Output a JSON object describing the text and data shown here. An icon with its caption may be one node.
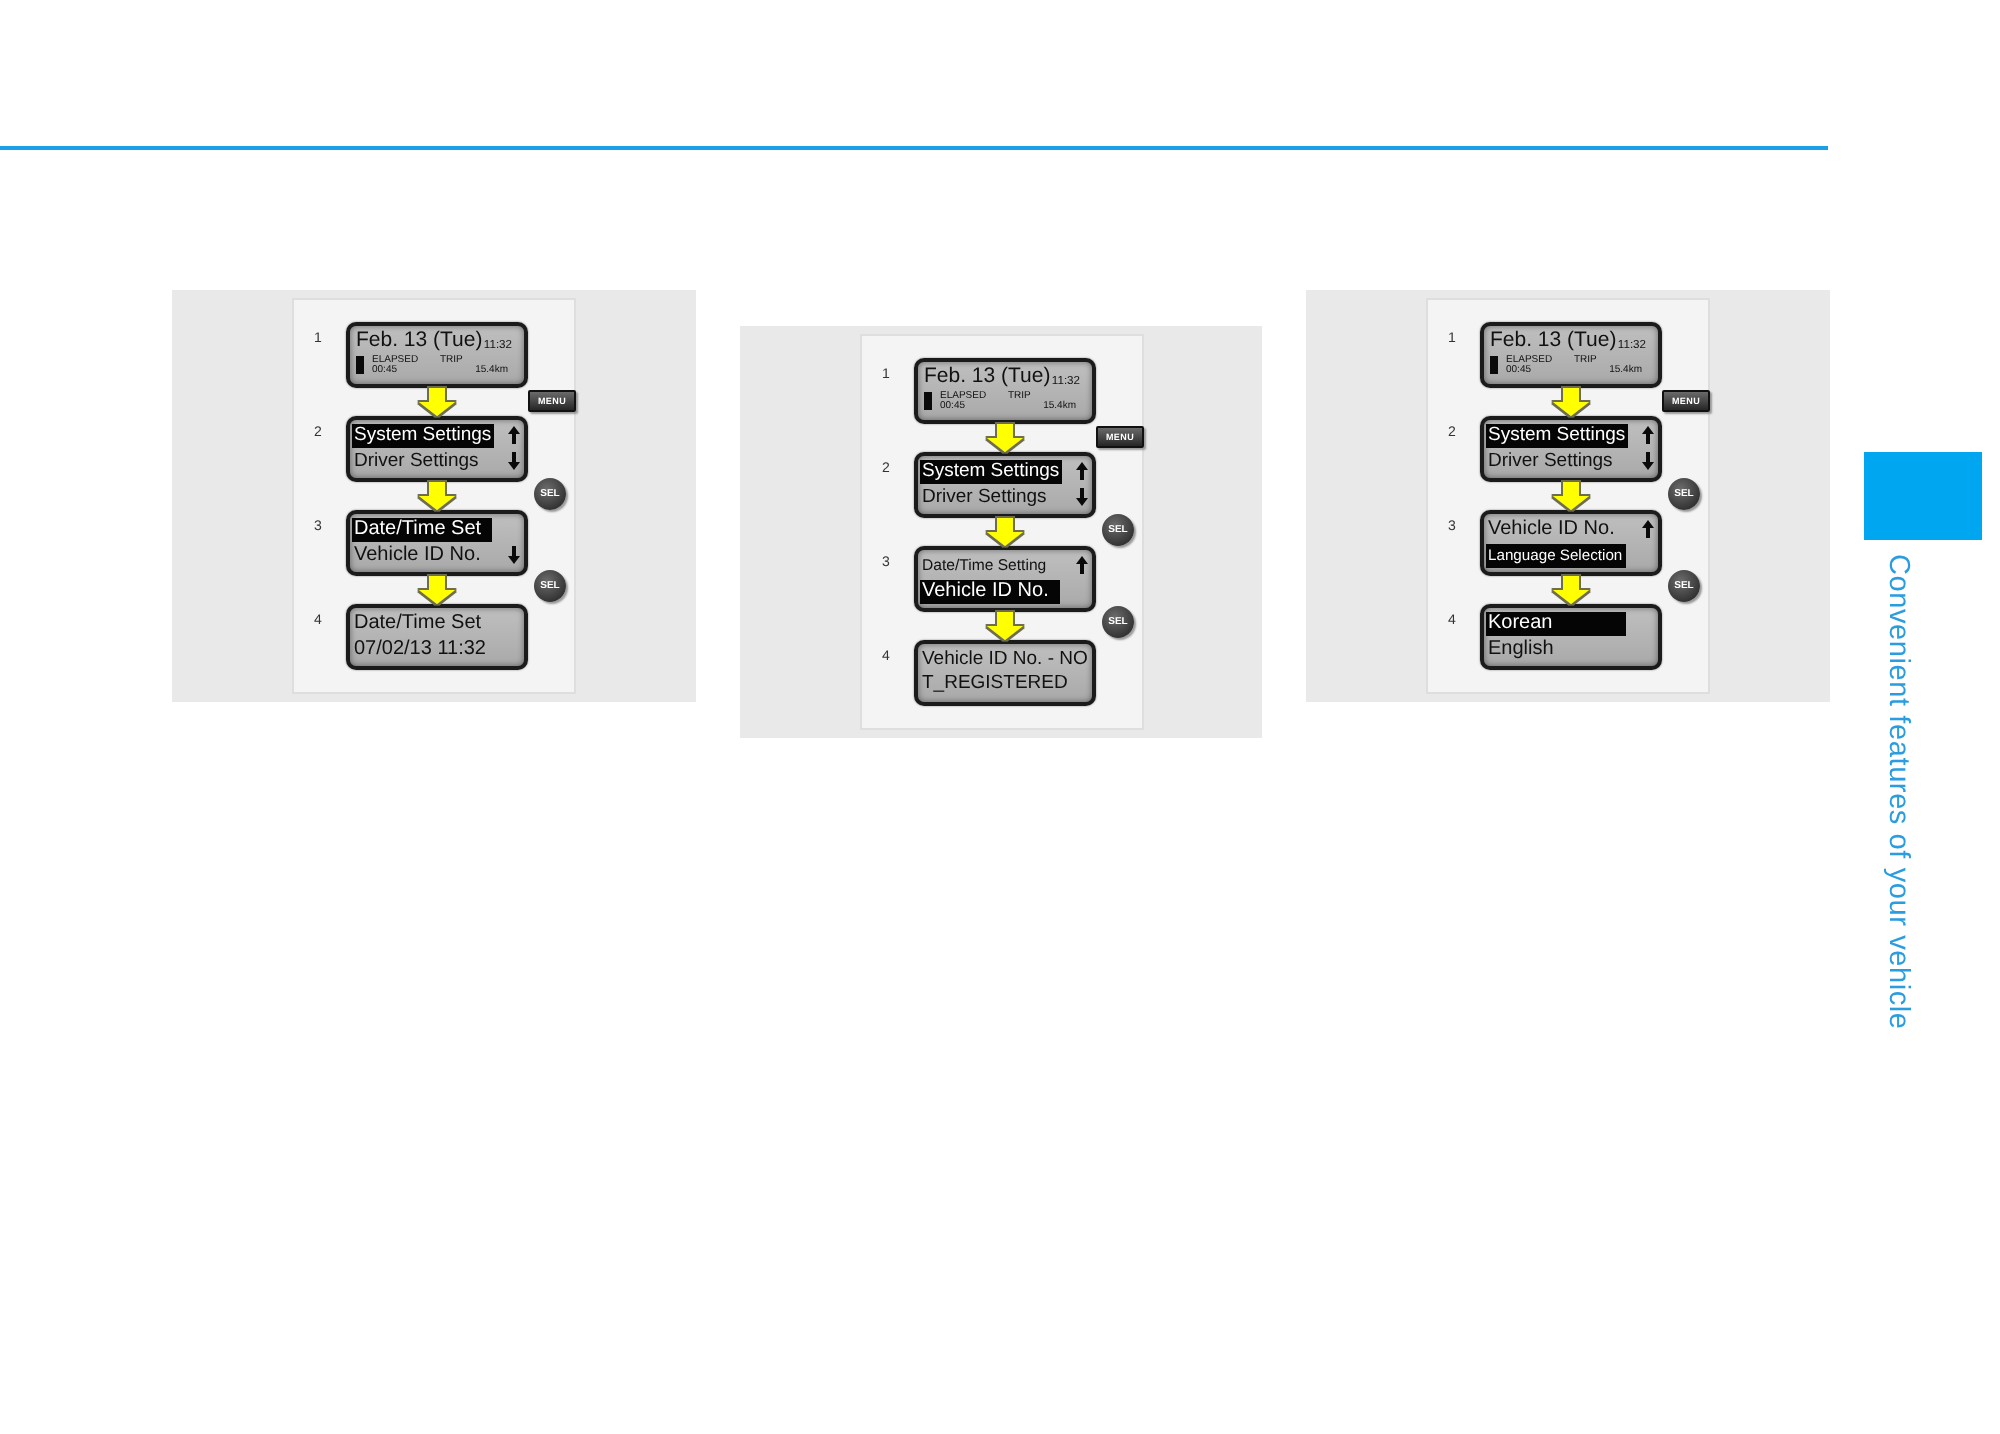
{
  "diagram": {
    "nodes": [
      {
        "text": [],
        "shape": "box"
      },
      {
        "text": [
          "Feb. 13 (Tue)",
          "11:32",
          "ELAPSED",
          "TRIP",
          "00:45",
          "15.4km"
        ],
        "in": 0,
        "beside": [
          "1"
        ]
      },
      {
        "text": [
          "MENU"
        ],
        "in": 0
      },
      {
        "text": [
          "System Settings",
          "Driver Settings"
        ],
        "in": 0,
        "beside": [
          "2"
        ]
      },
      {
        "text": [
          "SEL"
        ],
        "in": 0
      },
      {
        "text": [
          "Date/Time Set",
          "Vehicle ID No."
        ],
        "in": 0,
        "beside": [
          "3"
        ]
      },
      {
        "text": [
          "SEL"
        ],
        "in": 0
      },
      {
        "text": [
          "Date/Time Set",
          "07/02/13 11:32"
        ],
        "in": 0,
        "beside": [
          "4"
        ]
      },
      {
        "text": [],
        "shape": "box"
      },
      {
        "text": [
          "Feb. 13 (Tue)",
          "11:32",
          "ELAPSED",
          "TRIP",
          "00:45",
          "15.4km"
        ],
        "in": 8,
        "beside": [
          "1"
        ]
      },
      {
        "text": [
          "MENU"
        ],
        "in": 8
      },
      {
        "text": [
          "System Settings",
          "Driver Settings"
        ],
        "in": 8,
        "beside": [
          "2"
        ]
      },
      {
        "text": [
          "SEL"
        ],
        "in": 8
      },
      {
        "text": [
          "Date/Time Setting",
          "Vehicle ID No."
        ],
        "in": 8,
        "beside": [
          "3"
        ]
      },
      {
        "text": [
          "SEL"
        ],
        "in": 8
      },
      {
        "text": [
          "Vehicle ID No. - NO T_REGISTERED"
        ],
        "in": 8,
        "beside": [
          "4"
        ]
      },
      {
        "text": [],
        "shape": "box"
      },
      {
        "text": [
          "Feb. 13 (Tue)",
          "11:32",
          "ELAPSED",
          "TRIP",
          "00:45",
          "15.4km"
        ],
        "in": 16,
        "beside": [
          "1"
        ]
      },
      {
        "text": [
          "MENU"
        ],
        "in": 16
      },
      {
        "text": [
          "System Settings",
          "Driver Settings"
        ],
        "in": 16,
        "beside": [
          "2"
        ]
      },
      {
        "text": [
          "SEL"
        ],
        "in": 16
      },
      {
        "text": [
          "Vehicle ID No.",
          "Language Selection"
        ],
        "in": 16,
        "beside": [
          "3"
        ]
      },
      {
        "text": [
          "SEL"
        ],
        "in": 16
      },
      {
        "text": [
          "Korean",
          "English"
        ],
        "in": 16,
        "beside": [
          "4"
        ]
      }
    ],
    "edges": [
      {
        "from": 1,
        "to": 3,
        "arrow": "to"
      },
      {
        "from": 3,
        "to": 5,
        "arrow": "to"
      },
      {
        "from": 5,
        "to": 7,
        "arrow": "to"
      },
      {
        "from": 9,
        "to": 11,
        "arrow": "to"
      },
      {
        "from": 11,
        "to": 13,
        "arrow": "to"
      },
      {
        "from": 13,
        "to": 15,
        "arrow": "to"
      },
      {
        "from": 17,
        "to": 19,
        "arrow": "to"
      },
      {
        "from": 19,
        "to": 21,
        "arrow": "to"
      },
      {
        "from": 21,
        "to": 23,
        "arrow": "to"
      }
    ],
    "labels": [
      "Convenient features of your vehicle"
    ]
  }
}
